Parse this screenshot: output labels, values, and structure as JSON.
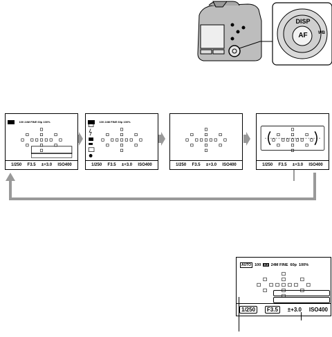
{
  "control_wheel": {
    "disp": "DISP",
    "af": "AF",
    "wb": "WB"
  },
  "step_screens": [
    {
      "mode_badge": "AUTO",
      "status_text": "100  24M FINE  60p  100%",
      "shutter": "1/250",
      "aperture": "F3.5",
      "exposure": "±+3.0",
      "iso": "ISO400",
      "has_histogram": true,
      "has_left_icons": false,
      "has_level_gauge": false
    },
    {
      "mode_badge": "AUTO",
      "status_text": "100  24M FINE  60p  100%",
      "shutter": "1/250",
      "aperture": "F3.5",
      "exposure": "±+3.0",
      "iso": "ISO400",
      "has_histogram": false,
      "has_left_icons": true,
      "has_level_gauge": false
    },
    {
      "mode_badge": "",
      "status_text": "",
      "shutter": "1/250",
      "aperture": "F3.5",
      "exposure": "±+3.0",
      "iso": "ISO400",
      "has_histogram": false,
      "has_left_icons": false,
      "has_level_gauge": false
    },
    {
      "mode_badge": "",
      "status_text": "",
      "shutter": "1/250",
      "aperture": "F3.5",
      "exposure": "±+3.0",
      "iso": "ISO400",
      "has_histogram": false,
      "has_left_icons": false,
      "has_level_gauge": true
    }
  ],
  "large_screen": {
    "mode_badge": "AUTO",
    "count": "100",
    "size_badge": "3:2",
    "quality": "24M FINE",
    "fps": "60p",
    "battery": "100%",
    "shutter": "1/250",
    "aperture": "F3.5",
    "exposure": "±+3.0",
    "iso": "ISO400"
  }
}
